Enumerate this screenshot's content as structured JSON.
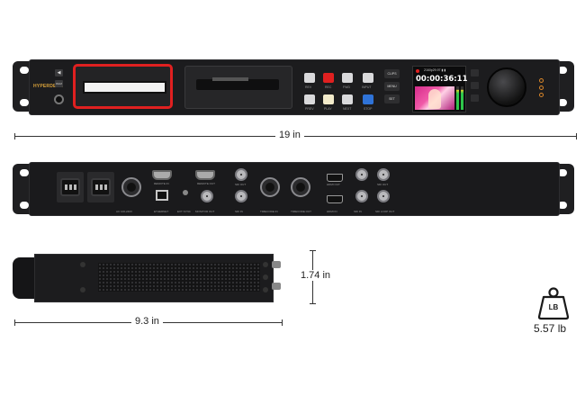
{
  "front": {
    "brand": "HYPERDECK",
    "timecode": "00:00:36:11",
    "status_line": "2160p29.97  ▮ ▮",
    "buttons": [
      {
        "id": "rev",
        "symbol": "◀◀",
        "label": "REV"
      },
      {
        "id": "rec",
        "symbol": "●",
        "label": "REC"
      },
      {
        "id": "fwd",
        "symbol": "▶▶",
        "label": "FWD"
      },
      {
        "id": "prev",
        "symbol": "⏮",
        "label": "PREV"
      },
      {
        "id": "play",
        "symbol": "▶",
        "label": "PLAY"
      },
      {
        "id": "next",
        "symbol": "⏭",
        "label": "NEXT"
      },
      {
        "id": "input",
        "symbol": "",
        "label": "INPUT"
      },
      {
        "id": "stop",
        "symbol": "■",
        "label": "STOP"
      }
    ],
    "side_buttons": [
      "CLIPS",
      "MENU",
      "SET"
    ],
    "left_buttons": [
      "◀",
      "REM"
    ],
    "accent_red": "#e02020",
    "accent_blue": "#2f73d8"
  },
  "rear": {
    "labels": [
      "AC 100-240V",
      "REMOTE IN",
      "ETHERNET",
      "REMOTE OUT",
      "EXT SYNC",
      "MONITOR OUT",
      "SDI OUT",
      "SDI IN",
      "TIMECODE IN",
      "TIMECODE OUT",
      "HDMI OUT",
      "HDMI IN",
      "SDI OUT",
      "SDI IN",
      "SDI LOOP OUT"
    ]
  },
  "dimensions": {
    "width": "19 in",
    "depth": "9.3 in",
    "height": "1.74 in",
    "weight": "5.57 lb",
    "weight_badge": "LB"
  }
}
